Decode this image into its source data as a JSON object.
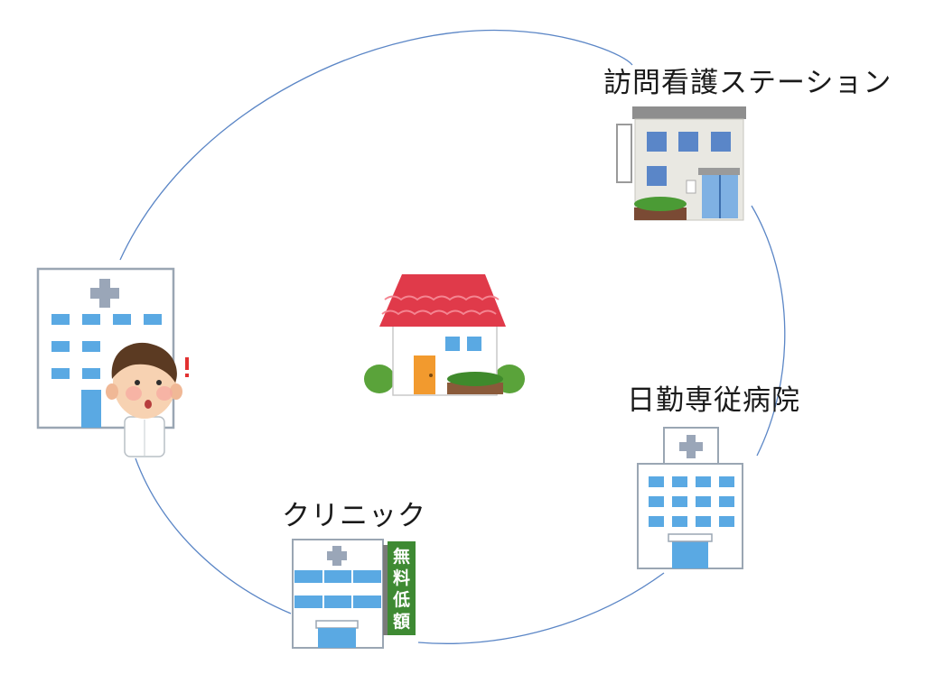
{
  "labels": {
    "station": "訪問看護ステーション",
    "hospital": "日勤専従病院",
    "clinic": "クリニック"
  },
  "clinic_sign": [
    "無",
    "料",
    "低",
    "額"
  ],
  "colors": {
    "circle": "#5b86c6",
    "roof": "#e03a4a",
    "window": "#5aa9e3",
    "sign_green": "#3e8a33",
    "door_orange": "#f29a2e",
    "hospital_cross": "#8fa4b8"
  }
}
